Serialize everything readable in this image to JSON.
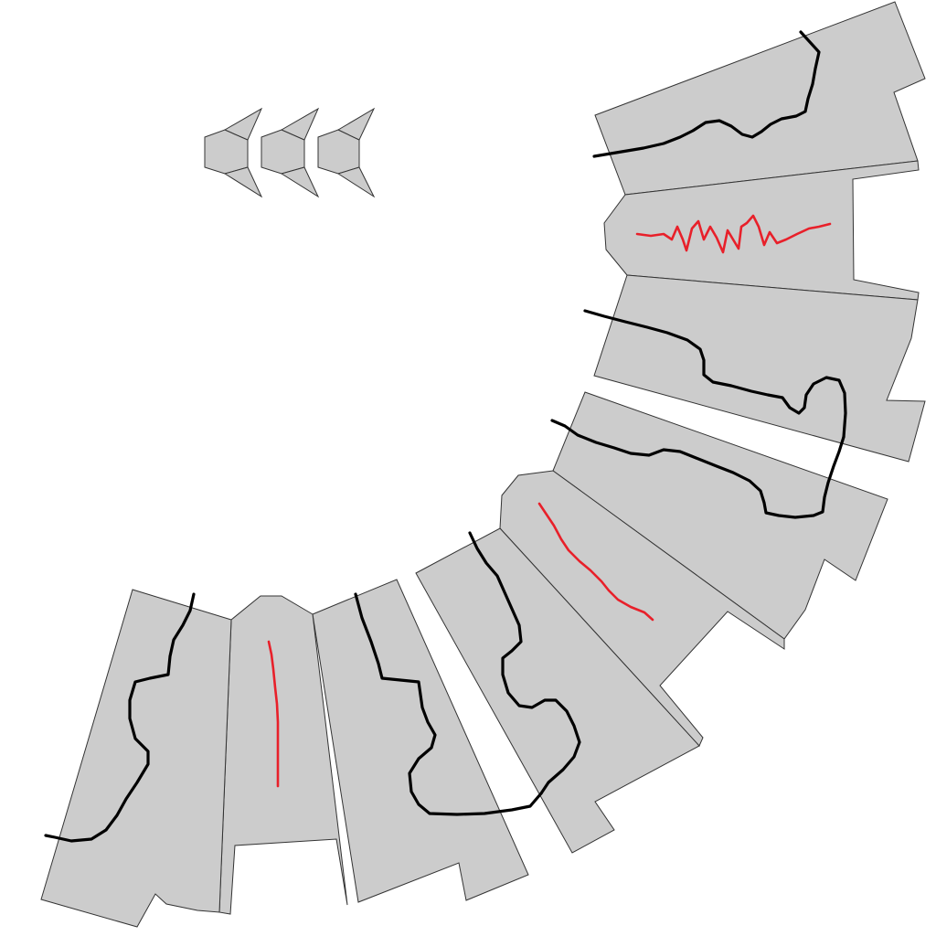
{
  "scene": {
    "background_color": "#ffffff",
    "piece_fill_color": "#cccccc",
    "piece_edge_color": "#333333",
    "hold_track_color": "#000000",
    "ambiguous_track_color": "#e8202a"
  },
  "nav_arrows": {
    "count": 3,
    "direction": "left",
    "icon": "chevron-left-icon"
  },
  "segments": [
    {
      "name": "segment-top",
      "track": "black"
    },
    {
      "name": "segment-upper-red",
      "track": "red"
    },
    {
      "name": "segment-upper-middle",
      "track": "black"
    },
    {
      "name": "segment-middle-right",
      "track": "black"
    },
    {
      "name": "segment-middle-red",
      "track": "red"
    },
    {
      "name": "segment-lower-middle",
      "track": "black"
    },
    {
      "name": "segment-bottom-right",
      "track": "black"
    },
    {
      "name": "segment-bottom-red",
      "track": "red"
    },
    {
      "name": "segment-bottom-left",
      "track": "black"
    }
  ]
}
